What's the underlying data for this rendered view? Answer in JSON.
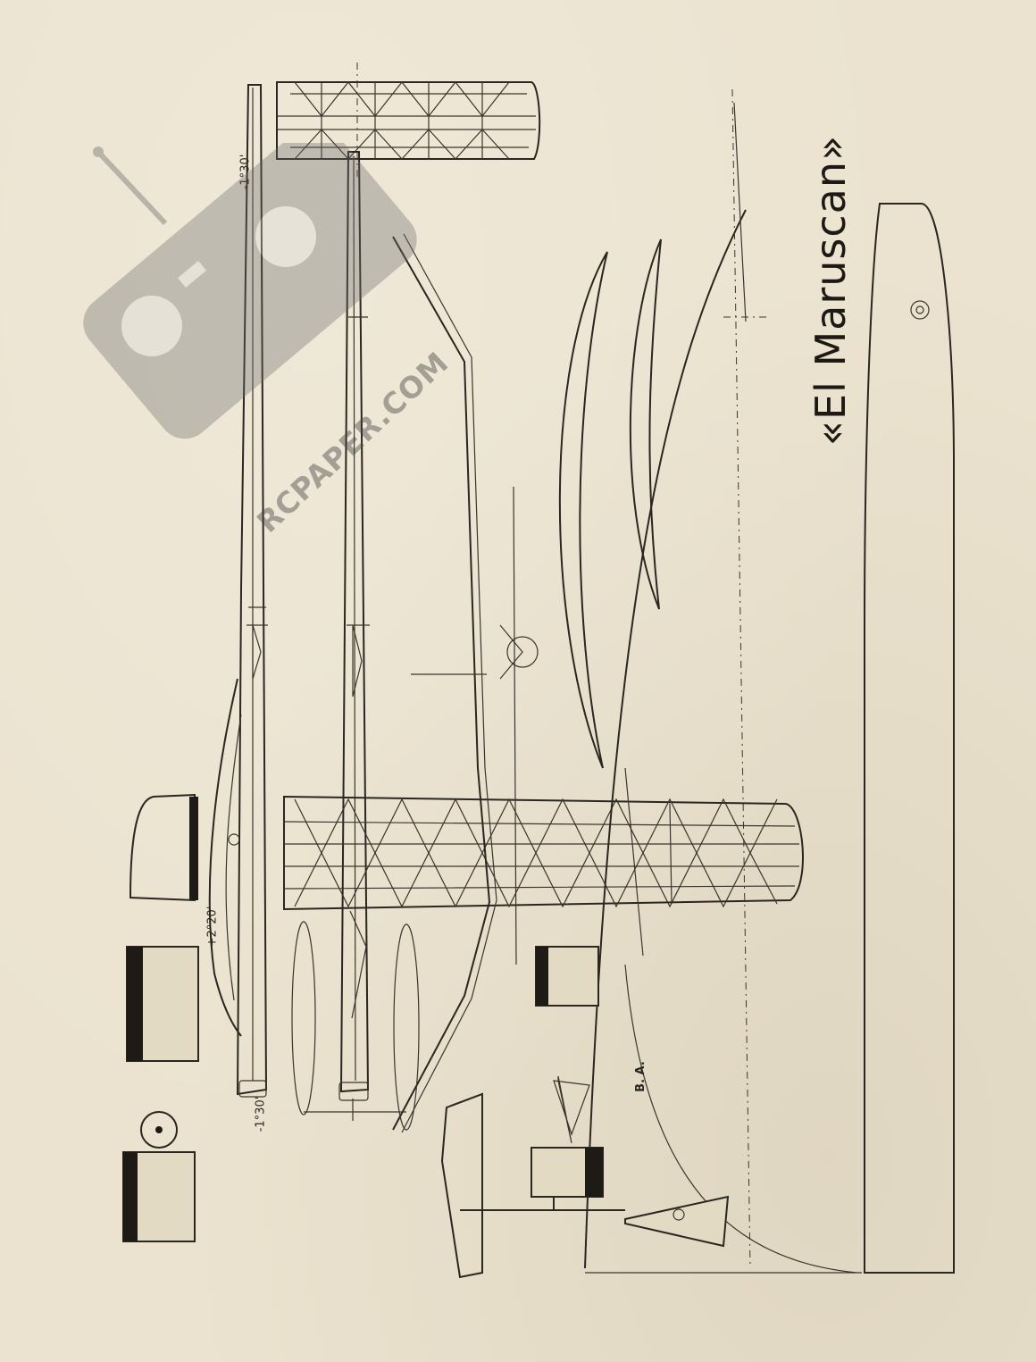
{
  "title": "«El Maruscan»",
  "labels": {
    "stab_incidence": "-1°30'",
    "wing_incidence": "+2°20'",
    "tail_angle": "-1°30'",
    "ba": "B. A."
  },
  "watermark": {
    "text": "RCPAPER.COM",
    "icon": "rc-transmitter-icon"
  },
  "colors": {
    "paper": "#ebe3cf",
    "ink": "#2a2620"
  }
}
